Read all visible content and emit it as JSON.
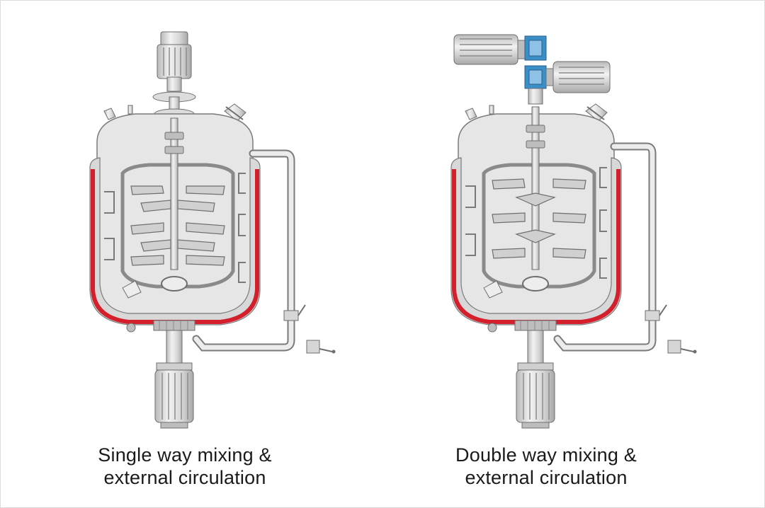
{
  "colors": {
    "metal_light": "#e6e6e6",
    "metal_mid": "#cfcfcf",
    "metal_dark": "#9a9a9a",
    "outline": "#6e6e6e",
    "jacket_red": "#d4202c",
    "coupling_blue": "#3a8fc8"
  },
  "diagrams": [
    {
      "id": "single",
      "caption_line1": "Single way mixing &",
      "caption_line2": "external circulation",
      "top_motors": "vertical-motor"
    },
    {
      "id": "double",
      "caption_line1": "Double way mixing &",
      "caption_line2": "external circulation",
      "top_motors": "dual-horizontal-motors"
    }
  ]
}
